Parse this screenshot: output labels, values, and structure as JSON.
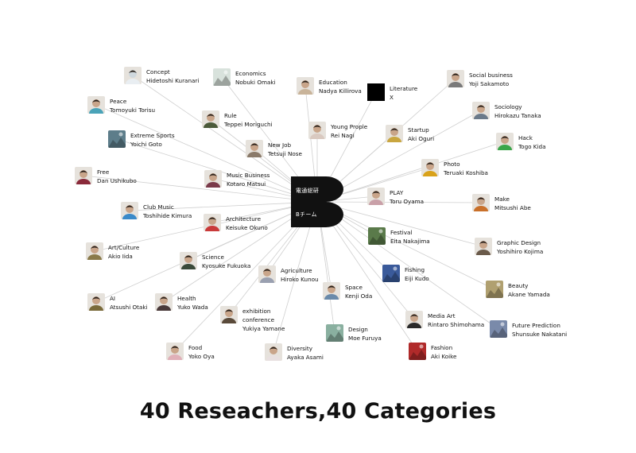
{
  "center": {
    "top_text": "電通総研",
    "bottom_text": "Bチーム",
    "color": "#111111"
  },
  "title": "40 Reseachers,40 Categories",
  "link_color": "#cfcfcf",
  "nodes": [
    {
      "id": "concept",
      "category": "Concept",
      "name": "Hidetoshi Kuranari",
      "icon": "figure-icon",
      "tone": "#e9eef2"
    },
    {
      "id": "economics",
      "category": "Economics",
      "name": "Nobuki Omaki",
      "icon": "photo-icon",
      "tone": "#d8e2dc"
    },
    {
      "id": "education",
      "category": "Education",
      "name": "Nadya Killirova",
      "icon": "portrait-icon",
      "tone": "#c9b49a"
    },
    {
      "id": "literature",
      "category": "Literature",
      "name": "X",
      "icon": "black-square-icon",
      "tone": "#000000"
    },
    {
      "id": "social",
      "category": "Social business",
      "name": "Yoji Sakamoto",
      "icon": "portrait-icon",
      "tone": "#7a7a7a"
    },
    {
      "id": "peace",
      "category": "Peace",
      "name": "Tomoyuki Torisu",
      "icon": "portrait-icon",
      "tone": "#4aa3b8"
    },
    {
      "id": "rule",
      "category": "Rule",
      "name": "Teppei Moriguchi",
      "icon": "portrait-icon",
      "tone": "#4b5a3a"
    },
    {
      "id": "sociology",
      "category": "Sociology",
      "name": "Hirokazu Tanaka",
      "icon": "portrait-icon",
      "tone": "#6b7a8a"
    },
    {
      "id": "youngpeople",
      "category": "Young Prople",
      "name": "Rei Nagi",
      "icon": "portrait-icon",
      "tone": "#d9c9c0"
    },
    {
      "id": "startup",
      "category": "Startup",
      "name": "Aki Oguri",
      "icon": "portrait-icon",
      "tone": "#c9a640"
    },
    {
      "id": "extreme",
      "category": "Extreme Sports",
      "name": "Yoichi Goto",
      "icon": "photo-icon",
      "tone": "#5d7d8a"
    },
    {
      "id": "newjob",
      "category": "New Job",
      "name": "Tetsuji Nose",
      "icon": "portrait-icon",
      "tone": "#8a7a6a"
    },
    {
      "id": "hack",
      "category": "Hack",
      "name": "Togo Kida",
      "icon": "portrait-icon",
      "tone": "#3aa64a"
    },
    {
      "id": "photo",
      "category": "Photo",
      "name": "Teruaki Koshiba",
      "icon": "portrait-icon",
      "tone": "#d9a21a"
    },
    {
      "id": "free",
      "category": "Free",
      "name": "Dan Ushikubo",
      "icon": "portrait-icon",
      "tone": "#8a2a3a"
    },
    {
      "id": "music",
      "category": "Music Business",
      "name": "Kotaro Matsui",
      "icon": "portrait-icon",
      "tone": "#7a3a4a"
    },
    {
      "id": "play",
      "category": "PLAY",
      "name": "Toru Oyama",
      "icon": "portrait-icon",
      "tone": "#c9a0a8"
    },
    {
      "id": "make",
      "category": "Make",
      "name": "Mitsushi Abe",
      "icon": "portrait-icon",
      "tone": "#c9702a"
    },
    {
      "id": "clubmusic",
      "category": "Club Music",
      "name": "Toshihide Kimura",
      "icon": "portrait-icon",
      "tone": "#3a8ac9"
    },
    {
      "id": "architecture",
      "category": "Architecture",
      "name": "Keisuke Okuno",
      "icon": "portrait-icon",
      "tone": "#c93a3a"
    },
    {
      "id": "festival",
      "category": "Festival",
      "name": "Eita Nakajima",
      "icon": "photo-icon",
      "tone": "#5a7a4a"
    },
    {
      "id": "artculture",
      "category": "Art/Culture",
      "name": "Akio Iida",
      "icon": "portrait-icon",
      "tone": "#8a7a4a"
    },
    {
      "id": "graphic",
      "category": "Graphic Design",
      "name": "Yoshihiro Kojima",
      "icon": "portrait-icon",
      "tone": "#6a5a4a"
    },
    {
      "id": "science",
      "category": "Science",
      "name": "Kyosuke Fukuoka",
      "icon": "portrait-icon",
      "tone": "#3a4a3a"
    },
    {
      "id": "agriculture",
      "category": "Agriculture",
      "name": "Hiroko Kunou",
      "icon": "portrait-icon",
      "tone": "#9aa0b0"
    },
    {
      "id": "fishing",
      "category": "Fishing",
      "name": "Eiji Kudo",
      "icon": "photo-icon",
      "tone": "#3a5a9a"
    },
    {
      "id": "ai",
      "category": "AI",
      "name": "Atsushi Otaki",
      "icon": "portrait-icon",
      "tone": "#7a6a3a"
    },
    {
      "id": "health",
      "category": "Health",
      "name": "Yuko Wada",
      "icon": "portrait-icon",
      "tone": "#4a3a3a"
    },
    {
      "id": "space",
      "category": "Space",
      "name": "Kenji Oda",
      "icon": "portrait-icon",
      "tone": "#6a8aaa"
    },
    {
      "id": "beauty",
      "category": "Beauty",
      "name": "Akane Yamada",
      "icon": "photo-icon",
      "tone": "#b0a070"
    },
    {
      "id": "exhibition",
      "category": "exhibition",
      "category2": "conference",
      "name": "Yukiya Yamane",
      "icon": "portrait-icon",
      "tone": "#5a4a3a"
    },
    {
      "id": "mediaart",
      "category": "Media Art",
      "name": "Rintaro Shimohama",
      "icon": "portrait-icon",
      "tone": "#2a2a2a"
    },
    {
      "id": "future",
      "category": "Future Prediction",
      "name": "Shunsuke Nakatani",
      "icon": "photo-icon",
      "tone": "#7a8aaa"
    },
    {
      "id": "design",
      "category": "Design",
      "name": "Moe Furuya",
      "icon": "photo-icon",
      "tone": "#8ab0a0"
    },
    {
      "id": "food",
      "category": "Food",
      "name": "Yoko Oya",
      "icon": "portrait-icon",
      "tone": "#e0b0b8"
    },
    {
      "id": "diversity",
      "category": "Diversity",
      "name": "Ayaka Asami",
      "icon": "portrait-icon",
      "tone": "#e8e0e0"
    },
    {
      "id": "fashion",
      "category": "Fashion",
      "name": "Aki Koike",
      "icon": "photo-icon",
      "tone": "#b02a2a"
    }
  ]
}
